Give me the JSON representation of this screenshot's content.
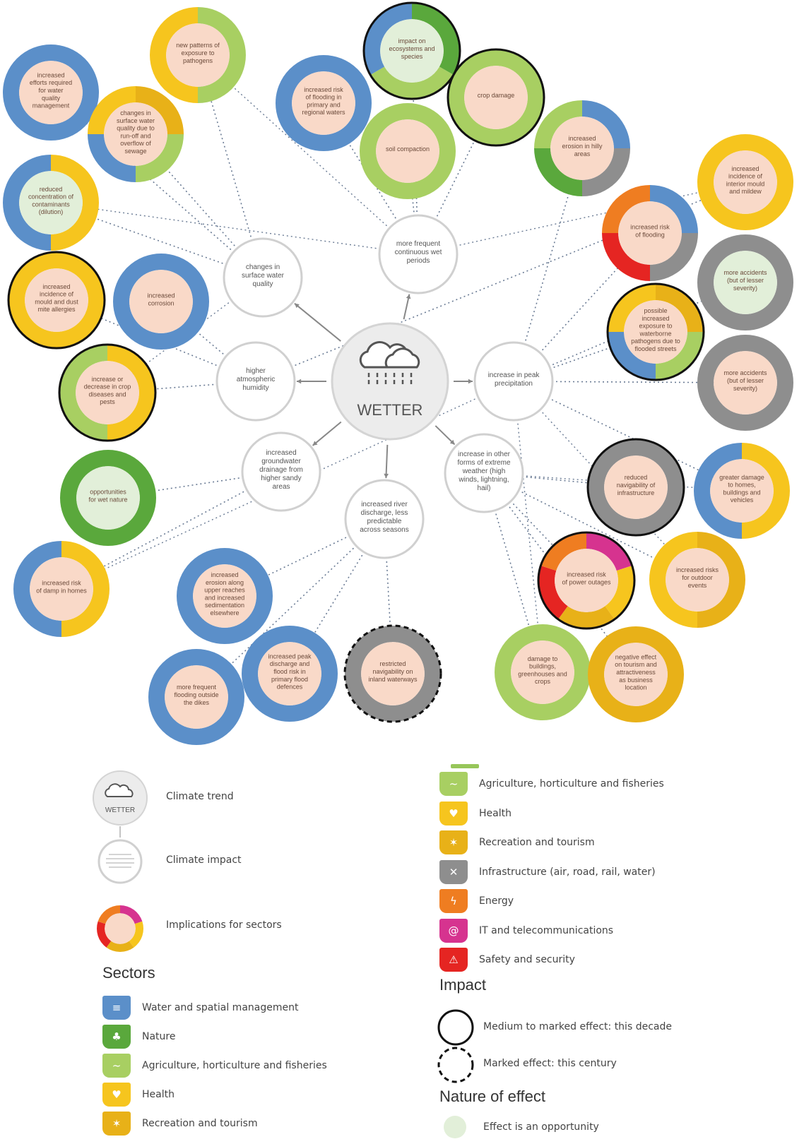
{
  "colors": {
    "water": "#5b8fc9",
    "nature": "#5aa83c",
    "agriculture": "#a8cf62",
    "health": "#f6c51e",
    "recreation": "#e8b118",
    "infrastructure": "#8e8e8e",
    "energy": "#ef7d21",
    "it": "#d6338f",
    "safety": "#e52522",
    "fill_negative": "#f9d9c8",
    "fill_positive": "#e2efd9",
    "link": "#6b7c95"
  },
  "center": {
    "label": "WETTER",
    "icon": "rain-cloud-icon"
  },
  "impacts": [
    {
      "id": "i1",
      "label": "changes in surface water quality"
    },
    {
      "id": "i2",
      "label": "more frequent continuous wet periods"
    },
    {
      "id": "i3",
      "label": "higher atmospheric humidity"
    },
    {
      "id": "i4",
      "label": "increase in peak precipitation"
    },
    {
      "id": "i5",
      "label": "increased groundwater drainage from higher sandy areas"
    },
    {
      "id": "i6",
      "label": "increased river discharge, less predictable across seasons"
    },
    {
      "id": "i7",
      "label": "increase in other forms of extreme weather (high winds, lightning, hail)"
    }
  ],
  "effects": [
    {
      "label": "increased efforts required for water quality management",
      "sectors": [
        "water"
      ],
      "fill": "negative",
      "impact": "none"
    },
    {
      "label": "new patterns of exposure to pathogens",
      "sectors": [
        "agriculture",
        "health"
      ],
      "fill": "negative",
      "impact": "none"
    },
    {
      "label": "changes in surface water quality due to run-off and overflow of sewage",
      "sectors": [
        "recreation",
        "agriculture",
        "water",
        "health"
      ],
      "fill": "negative",
      "impact": "none"
    },
    {
      "label": "reduced concentration of contaminants (dilution)",
      "sectors": [
        "health",
        "water"
      ],
      "fill": "positive",
      "impact": "none"
    },
    {
      "label": "increased risk of flooding in primary and regional waters",
      "sectors": [
        "water"
      ],
      "fill": "negative",
      "impact": "none"
    },
    {
      "label": "impact on ecosystems and species",
      "sectors": [
        "nature",
        "agriculture",
        "water"
      ],
      "fill": "positive",
      "impact": "decade"
    },
    {
      "label": "crop damage",
      "sectors": [
        "agriculture"
      ],
      "fill": "negative",
      "impact": "decade"
    },
    {
      "label": "soil compaction",
      "sectors": [
        "agriculture"
      ],
      "fill": "negative",
      "impact": "none"
    },
    {
      "label": "increased erosion in hilly areas",
      "sectors": [
        "water",
        "infrastructure",
        "nature",
        "agriculture"
      ],
      "fill": "negative",
      "impact": "none"
    },
    {
      "label": "increased incidence of interior mould and mildew",
      "sectors": [
        "health"
      ],
      "fill": "negative",
      "impact": "none"
    },
    {
      "label": "increased risk of flooding",
      "sectors": [
        "water",
        "infrastructure",
        "safety",
        "energy"
      ],
      "fill": "negative",
      "impact": "none"
    },
    {
      "label": "more accidents (but of lesser severity)",
      "sectors": [
        "infrastructure"
      ],
      "fill": "positive",
      "impact": "none"
    },
    {
      "label": "increased incidence of mould and dust mite allergies",
      "sectors": [
        "health"
      ],
      "fill": "negative",
      "impact": "decade"
    },
    {
      "label": "increased corrosion",
      "sectors": [
        "water"
      ],
      "fill": "negative",
      "impact": "none"
    },
    {
      "label": "possible increased exposure to waterborne pathogens due to flooded streets",
      "sectors": [
        "recreation",
        "agriculture",
        "water",
        "health"
      ],
      "fill": "negative",
      "impact": "decade"
    },
    {
      "label": "increase or decrease in crop diseases and pests",
      "sectors": [
        "health",
        "agriculture"
      ],
      "fill": "negative",
      "impact": "decade"
    },
    {
      "label": "more accidents (but of lesser severity)",
      "sectors": [
        "infrastructure"
      ],
      "fill": "negative",
      "impact": "none"
    },
    {
      "label": "opportunities for wet nature",
      "sectors": [
        "nature"
      ],
      "fill": "positive",
      "impact": "none"
    },
    {
      "label": "reduced navigability of infrastructure",
      "sectors": [
        "infrastructure"
      ],
      "fill": "negative",
      "impact": "decade"
    },
    {
      "label": "greater damage to homes, buildings and vehicles",
      "sectors": [
        "health",
        "water"
      ],
      "fill": "negative",
      "impact": "none"
    },
    {
      "label": "increased risk of damp in homes",
      "sectors": [
        "health",
        "water"
      ],
      "fill": "negative",
      "impact": "none"
    },
    {
      "label": "increased erosion along upper reaches and increased sedimentation elsewhere",
      "sectors": [
        "water"
      ],
      "fill": "negative",
      "impact": "none"
    },
    {
      "label": "increased risk of power outages",
      "sectors": [
        "it",
        "health",
        "recreation",
        "safety",
        "energy"
      ],
      "fill": "negative",
      "impact": "decade"
    },
    {
      "label": "increased risks for outdoor events",
      "sectors": [
        "recreation",
        "health"
      ],
      "fill": "negative",
      "impact": "none"
    },
    {
      "label": "more frequent flooding outside the dikes",
      "sectors": [
        "water"
      ],
      "fill": "negative",
      "impact": "none"
    },
    {
      "label": "increased peak discharge and flood risk in primary flood defences",
      "sectors": [
        "water"
      ],
      "fill": "negative",
      "impact": "none"
    },
    {
      "label": "restricted navigability on inland waterways",
      "sectors": [
        "infrastructure"
      ],
      "fill": "negative",
      "impact": "century"
    },
    {
      "label": "damage to buildings, greenhouses and crops",
      "sectors": [
        "agriculture"
      ],
      "fill": "negative",
      "impact": "none"
    },
    {
      "label": "negative effect on tourism and attractiveness as business location",
      "sectors": [
        "recreation"
      ],
      "fill": "negative",
      "impact": "none"
    }
  ],
  "legend": {
    "climate_trend": "Climate trend",
    "climate_impact": "Climate impact",
    "implications": "Implications for sectors",
    "sectors_heading": "Sectors",
    "impact_heading": "Impact",
    "nature_heading": "Nature of effect",
    "sectors_left": [
      {
        "label": "Water and spatial management",
        "key": "water",
        "icon": "waves-icon"
      },
      {
        "label": "Nature",
        "key": "nature",
        "icon": "tree-icon"
      },
      {
        "label": "Agriculture, horticulture and fisheries",
        "key": "agriculture",
        "icon": "fish-icon"
      },
      {
        "label": "Health",
        "key": "health",
        "icon": "heart-icon"
      },
      {
        "label": "Recreation and tourism",
        "key": "recreation",
        "icon": "runner-icon"
      }
    ],
    "sectors_right": [
      {
        "label": "Agriculture, horticulture and fisheries",
        "key": "agriculture",
        "icon": "fish-icon"
      },
      {
        "label": "Health",
        "key": "health",
        "icon": "heart-icon"
      },
      {
        "label": "Recreation and tourism",
        "key": "recreation",
        "icon": "runner-icon"
      },
      {
        "label": "Infrastructure (air, road, rail, water)",
        "key": "infrastructure",
        "icon": "crossing-icon"
      },
      {
        "label": "Energy",
        "key": "energy",
        "icon": "lightning-icon"
      },
      {
        "label": "IT and telecommunications",
        "key": "it",
        "icon": "at-sign-icon"
      },
      {
        "label": "Safety and security",
        "key": "safety",
        "icon": "warning-icon"
      }
    ],
    "impact_decade": "Medium to marked effect: this decade",
    "impact_century": "Marked effect: this century",
    "opportunity": "Effect is an opportunity"
  }
}
